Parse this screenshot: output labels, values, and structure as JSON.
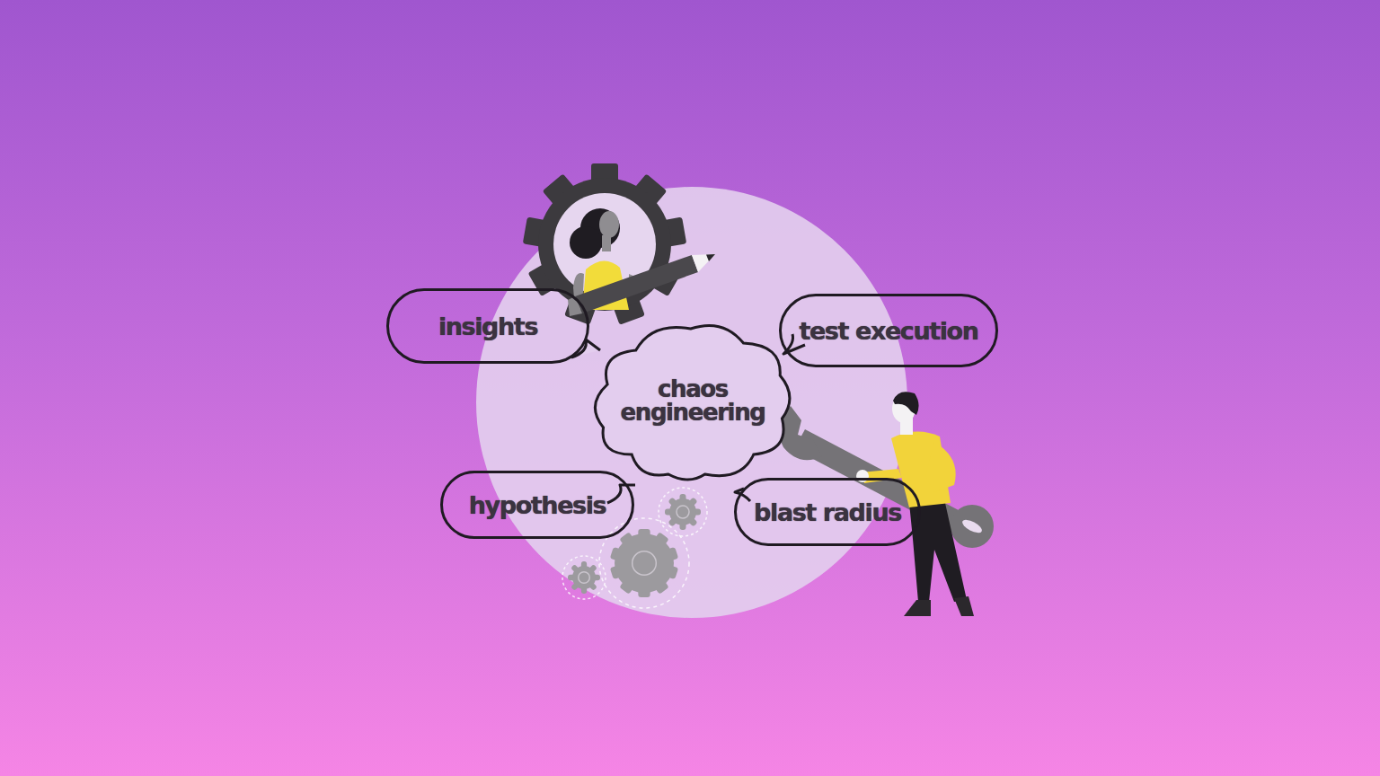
{
  "diagram": {
    "nodes": [
      {
        "text": [
          "insights"
        ]
      },
      {
        "text": [
          "test execution"
        ]
      },
      {
        "text": [
          "chaos engineering"
        ]
      },
      {
        "text": [
          "hypothesis"
        ]
      },
      {
        "text": [
          "blast radius"
        ]
      }
    ]
  }
}
